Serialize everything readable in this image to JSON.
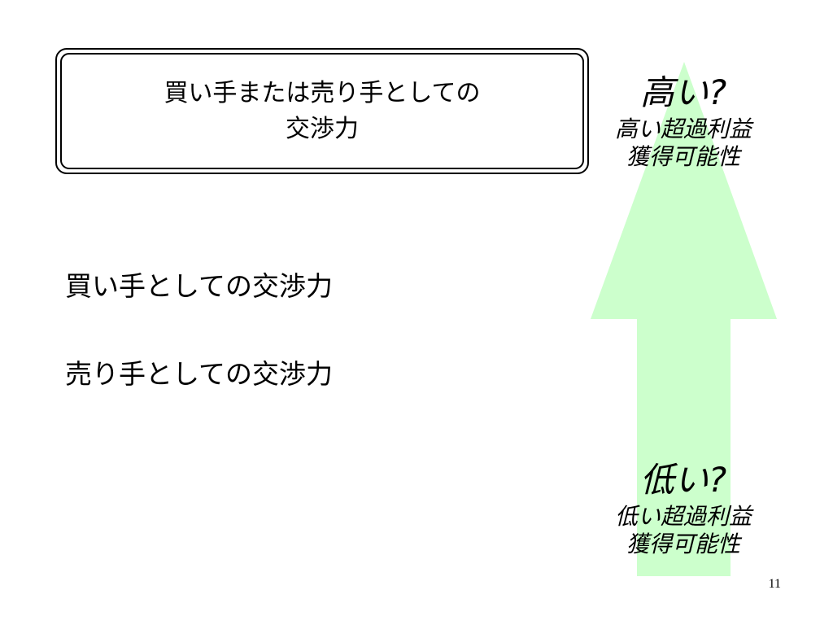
{
  "slide": {
    "title_lines": [
      "買い手または売り手としての",
      "交渉力"
    ],
    "items": [
      "買い手としての交渉力",
      "売り手としての交渉力"
    ],
    "high": {
      "label": "高い?",
      "description_lines": [
        "高い超過利益",
        "獲得可能性"
      ]
    },
    "low": {
      "label": "低い?",
      "description_lines": [
        "低い超過利益",
        "獲得可能性"
      ]
    },
    "page_number": "11"
  },
  "colors": {
    "arrow_fill": "#ccffcc",
    "text": "#000000",
    "background": "#ffffff"
  }
}
